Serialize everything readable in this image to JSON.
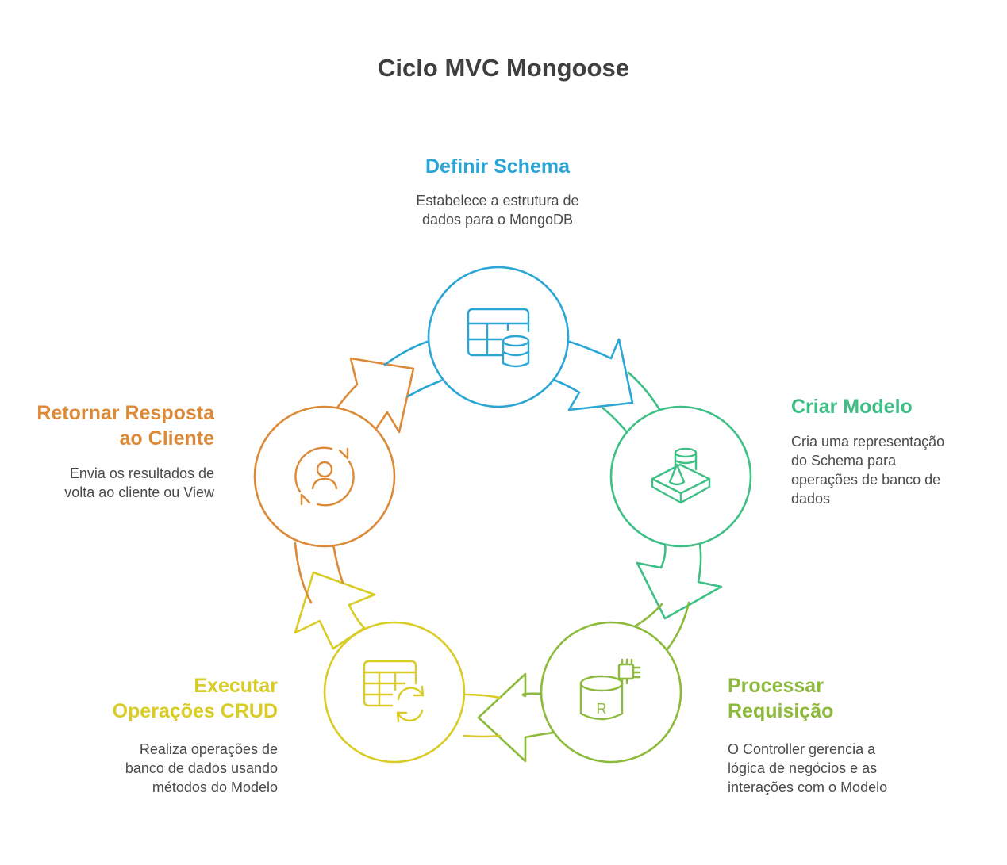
{
  "title": "Ciclo MVC Mongoose",
  "colors": {
    "schema": "#2aa6d6",
    "model": "#3ebf86",
    "controller": "#8cba3a",
    "crud": "#d9cc27",
    "response": "#dc8a38"
  },
  "stages": [
    {
      "title_lines": [
        "Definir Schema"
      ],
      "desc_lines": [
        "Estabelece a estrutura de",
        "dados para o MongoDB"
      ],
      "icon": "table-database-icon"
    },
    {
      "title_lines": [
        "Criar Modelo"
      ],
      "desc_lines": [
        "Cria uma representação",
        "do Schema para",
        "operações de banco de",
        "dados"
      ],
      "icon": "database-model-icon"
    },
    {
      "title_lines": [
        "Processar",
        "Requisição"
      ],
      "desc_lines": [
        "O Controller gerencia a",
        "lógica de negócios e as",
        "interações com o Modelo"
      ],
      "icon": "database-chip-icon"
    },
    {
      "title_lines": [
        "Executar",
        "Operações CRUD"
      ],
      "desc_lines": [
        "Realiza operações de",
        "banco de dados usando",
        "métodos do Modelo"
      ],
      "icon": "table-refresh-icon"
    },
    {
      "title_lines": [
        "Retornar Resposta",
        "ao Cliente"
      ],
      "desc_lines": [
        "Envia os resultados de",
        "volta ao cliente ou View"
      ],
      "icon": "user-refresh-icon"
    }
  ]
}
